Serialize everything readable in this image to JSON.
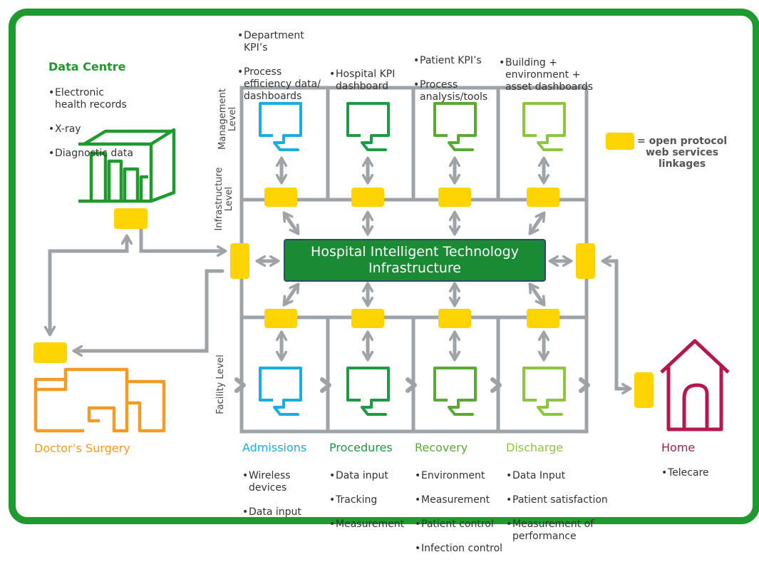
{
  "hub": {
    "label": "Hospital Intelligent Technology\nInfrastructure"
  },
  "levels": {
    "management": "Management\nLevel",
    "infrastructure": "Infrastructure\nLevel",
    "facility": "Facility Level"
  },
  "top_notes": [
    {
      "items": [
        "Department KPI’s",
        "Process efficiency data/ dashboards"
      ]
    },
    {
      "items": [
        "Hospital KPI dashboard"
      ]
    },
    {
      "items": [
        "Patient KPI’s",
        "Process analysis/tools"
      ]
    },
    {
      "items": [
        "Building + environment + asset dashboards"
      ]
    }
  ],
  "columns": [
    {
      "title": "Admissions",
      "color": "#1aaee0",
      "items": [
        "Wireless devices",
        "Data input"
      ]
    },
    {
      "title": "Procedures",
      "color": "#1c9a44",
      "items": [
        "Data input",
        "Tracking",
        "Measurement"
      ]
    },
    {
      "title": "Recovery",
      "color": "#59a935",
      "items": [
        "Environment",
        "Measurement",
        "Patient control",
        "Infection control"
      ]
    },
    {
      "title": "Discharge",
      "color": "#8cc63f",
      "items": [
        "Data Input",
        "Patient satisfaction",
        "Measurement of performance"
      ]
    }
  ],
  "data_centre": {
    "title": "Data Centre",
    "color": "#1e9a2f",
    "items": [
      "Electronic health records",
      "X-ray",
      "Diagnostic data"
    ]
  },
  "doctors_surgery": {
    "title": "Doctor’s Surgery",
    "color": "#f39a27"
  },
  "home": {
    "title": "Home",
    "color": "#b5174f",
    "items": [
      "Telecare"
    ]
  },
  "legend": {
    "text": "= open protocol\nweb services\nlinkages",
    "color": "#ffd400"
  },
  "colors": {
    "grid": "#9ea3a7",
    "connector": "#ffd400",
    "frame": "#1e9a2f"
  }
}
